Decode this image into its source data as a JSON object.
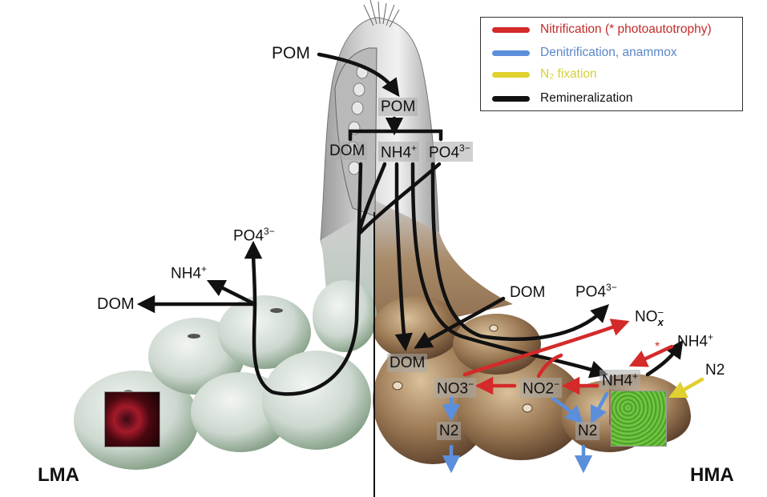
{
  "legend": {
    "items": [
      {
        "label": "Nitrification (* photoautotrophy)",
        "color": "#d42a2a",
        "process": "nitrification"
      },
      {
        "label": "Denitrification, anammox",
        "color": "#5b8fdc",
        "process": "denitrification"
      },
      {
        "label": "N₂ fixation",
        "color": "#e0d030",
        "process": "n2-fixation"
      },
      {
        "label": "Remineralization",
        "color": "#111111",
        "process": "remineralization"
      }
    ]
  },
  "labels": {
    "pom_outside": "POM",
    "pom_inside": "POM",
    "dom_top": "DOM",
    "nh4_top": "NH4",
    "nh4_top_charge": "+",
    "po4_top": "PO4",
    "po4_top_charge": "3−",
    "lma_po4": "PO4",
    "lma_po4_charge": "3−",
    "lma_nh4": "NH4",
    "lma_nh4_charge": "+",
    "lma_dom": "DOM",
    "hma_dom_out": "DOM",
    "hma_po4_out": "PO4",
    "hma_po4_out_charge": "3−",
    "hma_dom_in": "DOM",
    "nox": "NO",
    "nox_sub": "x",
    "nox_sup": "−",
    "nh4_out": "NH4",
    "nh4_out_charge": "+",
    "nh4_in": "NH4",
    "nh4_in_charge": "+",
    "n2_in": "N2",
    "no3": "NO3",
    "no3_charge": "−",
    "no2": "NO2",
    "no2_charge": "−",
    "n2_left": "N2",
    "n2_right": "N2",
    "asterisk": "*",
    "lma": "LMA",
    "hma": "HMA"
  },
  "colors": {
    "nitrification": "#d42a2a",
    "denitrification": "#5b8fdc",
    "fixation": "#e0d030",
    "remineralization": "#111111",
    "lma_sponge": "#c9d6cf",
    "hma_sponge": "#8a6a4c"
  }
}
